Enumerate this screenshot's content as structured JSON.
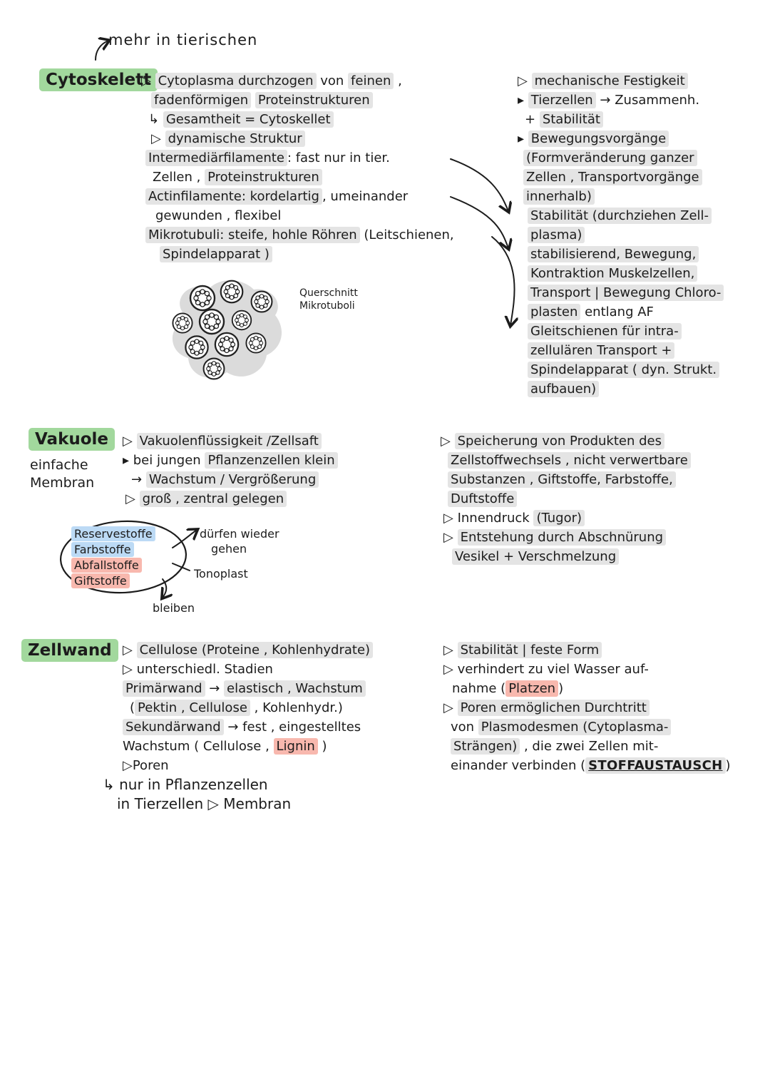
{
  "page": {
    "top_note": "mehr in tierischen",
    "colors": {
      "ink": "#1c1c1c",
      "highlight_green": "#a2d89d",
      "highlight_gray": "#e4e4e4",
      "highlight_pink": "#f8b8ae",
      "highlight_blue": "#bcdaf5"
    }
  },
  "cytoskelett": {
    "title": "Cytoskelett",
    "left_lines": [
      {
        "seg": [
          [
            "▷ ",
            ""
          ],
          [
            "Cytoplasma durchzogen",
            "gray"
          ],
          [
            "  von  ",
            ""
          ],
          [
            "feinen",
            "gray"
          ],
          [
            " ,",
            ""
          ]
        ]
      },
      {
        "ind": 14,
        "seg": [
          [
            "fadenförmigen",
            "gray"
          ],
          [
            " ",
            ""
          ],
          [
            "Proteinstrukturen",
            "gray"
          ]
        ]
      },
      {
        "ind": 10,
        "seg": [
          [
            "↳ ",
            ""
          ],
          [
            "Gesamtheit = Cytoskellet",
            "gray"
          ]
        ]
      },
      {
        "ind": 14,
        "seg": [
          [
            "▷ ",
            ""
          ],
          [
            "dynamische Struktur",
            "gray"
          ]
        ]
      },
      {
        "ind": 6,
        "seg": [
          [
            "Intermediärfilamente",
            "gray"
          ],
          [
            ": fast nur in tier.",
            ""
          ]
        ]
      },
      {
        "ind": 16,
        "seg": [
          [
            "Zellen , ",
            ""
          ],
          [
            "Proteinstrukturen",
            "gray"
          ]
        ]
      },
      {
        "ind": 6,
        "seg": [
          [
            "Actinfilamente: kordelartig",
            "gray"
          ],
          [
            ", umeinander",
            ""
          ]
        ]
      },
      {
        "ind": 20,
        "seg": [
          [
            "gewunden , flexibel",
            ""
          ]
        ]
      },
      {
        "ind": 6,
        "seg": [
          [
            "Mikrotubuli: steife, hohle Röhren",
            "gray"
          ],
          [
            " (Leitschienen,",
            ""
          ]
        ]
      },
      {
        "ind": 26,
        "seg": [
          [
            "Spindelapparat )",
            "gray"
          ]
        ]
      }
    ],
    "right_lines": [
      {
        "seg": [
          [
            "▷ ",
            ""
          ],
          [
            "mechanische Festigkeit",
            "gray"
          ]
        ]
      },
      {
        "seg": [
          [
            "▸ ",
            ""
          ],
          [
            "Tierzellen",
            "gray"
          ],
          [
            " → Zusammenh.",
            ""
          ]
        ]
      },
      {
        "ind": 10,
        "seg": [
          [
            "+ ",
            ""
          ],
          [
            "Stabilität",
            "gray"
          ]
        ]
      },
      {
        "seg": [
          [
            "▸ ",
            ""
          ],
          [
            "Bewegungsvorgänge",
            "gray"
          ]
        ]
      },
      {
        "ind": 8,
        "seg": [
          [
            "(Formveränderung ganzer",
            "gray"
          ]
        ]
      },
      {
        "ind": 8,
        "seg": [
          [
            "Zellen , Transportvorgänge",
            "gray"
          ]
        ]
      },
      {
        "ind": 8,
        "seg": [
          [
            "innerhalb)",
            "gray"
          ]
        ]
      },
      {
        "ind": 14,
        "seg": [
          [
            "Stabilität (durchziehen Zell-",
            "gray"
          ]
        ]
      },
      {
        "ind": 14,
        "seg": [
          [
            "plasma)",
            "gray"
          ]
        ]
      },
      {
        "ind": 14,
        "seg": [
          [
            "stabilisierend, Bewegung,",
            "gray"
          ]
        ]
      },
      {
        "ind": 14,
        "seg": [
          [
            "Kontraktion Muskelzellen,",
            "gray"
          ]
        ]
      },
      {
        "ind": 14,
        "seg": [
          [
            "Transport | Bewegung Chloro-",
            "gray"
          ]
        ]
      },
      {
        "ind": 14,
        "seg": [
          [
            "plasten",
            "gray"
          ],
          [
            " entlang AF",
            ""
          ]
        ]
      },
      {
        "ind": 14,
        "seg": [
          [
            "Gleitschienen für intra-",
            "gray"
          ]
        ]
      },
      {
        "ind": 14,
        "seg": [
          [
            "zellulären Transport +",
            "gray"
          ]
        ]
      },
      {
        "ind": 14,
        "seg": [
          [
            "Spindelapparat ( dyn. Strukt.",
            "gray"
          ]
        ]
      },
      {
        "ind": 14,
        "seg": [
          [
            "aufbauen)",
            "gray"
          ]
        ]
      }
    ],
    "drawing_caption_line1": "Querschnitt",
    "drawing_caption_line2": "Mikrotuboli"
  },
  "vakuole": {
    "title": "Vakuole",
    "subtitle_line1": "einfache",
    "subtitle_line2": "Membran",
    "left_lines": [
      {
        "seg": [
          [
            "▷ ",
            ""
          ],
          [
            "Vakuolenflüssigkeit /Zellsaft",
            "gray"
          ]
        ]
      },
      {
        "seg": [
          [
            "▸ bei jungen ",
            ""
          ],
          [
            "Pflanzenzellen klein",
            "gray"
          ]
        ]
      },
      {
        "ind": 12,
        "seg": [
          [
            "→ ",
            ""
          ],
          [
            "Wachstum / Vergrößerung",
            "gray"
          ]
        ]
      },
      {
        "ind": 4,
        "seg": [
          [
            "▷ ",
            ""
          ],
          [
            "groß , zentral gelegen",
            "gray"
          ]
        ]
      }
    ],
    "right_lines": [
      {
        "seg": [
          [
            "▷ ",
            ""
          ],
          [
            "Speicherung von Produkten des",
            "gray"
          ]
        ]
      },
      {
        "ind": 10,
        "seg": [
          [
            "Zellstoffwechsels , nicht verwertbare",
            "gray"
          ]
        ]
      },
      {
        "ind": 10,
        "seg": [
          [
            "Substanzen , Giftstoffe, Farbstoffe,",
            "gray"
          ]
        ]
      },
      {
        "ind": 10,
        "seg": [
          [
            "Duftstoffe",
            "gray"
          ]
        ]
      },
      {
        "ind": 4,
        "seg": [
          [
            "▷ Innendruck ",
            ""
          ],
          [
            "(Tugor)",
            "gray"
          ]
        ]
      },
      {
        "ind": 4,
        "seg": [
          [
            "▷ ",
            ""
          ],
          [
            "Entstehung durch Abschnürung",
            "gray"
          ]
        ]
      },
      {
        "ind": 16,
        "seg": [
          [
            "Vesikel + Verschmelzung",
            "gray"
          ]
        ]
      }
    ],
    "diagram": {
      "labels": [
        {
          "t": "Reservestoffe",
          "h": "blue"
        },
        {
          "t": "Farbstoffe",
          "h": "blue"
        },
        {
          "t": "Abfallstoffe",
          "h": "pink"
        },
        {
          "t": "Giftstoffe",
          "h": "pink"
        }
      ],
      "note_right_line1": "dürfen wieder",
      "note_right_line2": "gehen",
      "tonoplast": "Tonoplast",
      "bottom_note": "bleiben"
    }
  },
  "zellwand": {
    "title": "Zellwand",
    "left_lines": [
      {
        "seg": [
          [
            "▷ ",
            ""
          ],
          [
            "Cellulose (Proteine , Kohlenhydrate)",
            "gray"
          ]
        ]
      },
      {
        "seg": [
          [
            "▷ unterschiedl. Stadien",
            ""
          ]
        ]
      },
      {
        "seg": [
          [
            "Primärwand",
            "gray"
          ],
          [
            " → ",
            ""
          ],
          [
            "elastisch , Wachstum",
            "gray"
          ]
        ]
      },
      {
        "ind": 10,
        "seg": [
          [
            "(",
            ""
          ],
          [
            "Pektin , Cellulose",
            "gray"
          ],
          [
            " , Kohlenhydr.)",
            ""
          ]
        ]
      },
      {
        "seg": [
          [
            "Sekundärwand",
            "gray"
          ],
          [
            " → fest , eingestelltes",
            ""
          ]
        ]
      },
      {
        "seg": [
          [
            "Wachstum ( Cellulose , ",
            ""
          ],
          [
            "Lignin",
            "pink"
          ],
          [
            " )",
            ""
          ]
        ]
      },
      {
        "seg": [
          [
            "▷Poren",
            ""
          ]
        ]
      },
      {
        "ind": -28,
        "fs": 20,
        "seg": [
          [
            "↳ nur in Pflanzenzellen",
            ""
          ]
        ]
      },
      {
        "ind": -8,
        "fs": 20,
        "seg": [
          [
            "in Tierzellen ▷ Membran",
            ""
          ]
        ]
      }
    ],
    "right_lines": [
      {
        "seg": [
          [
            "▷ ",
            ""
          ],
          [
            "Stabilität | feste Form",
            "gray"
          ]
        ]
      },
      {
        "seg": [
          [
            "▷ verhindert zu viel Wasser auf-",
            ""
          ]
        ]
      },
      {
        "ind": 12,
        "seg": [
          [
            "nahme (",
            ""
          ],
          [
            "Platzen",
            "pink"
          ],
          [
            ")",
            ""
          ]
        ]
      },
      {
        "seg": [
          [
            "▷ ",
            ""
          ],
          [
            "Poren ermöglichen Durchtritt",
            "gray"
          ]
        ]
      },
      {
        "ind": 10,
        "seg": [
          [
            "von ",
            ""
          ],
          [
            "Plasmodesmen (Cytoplasma-",
            "gray"
          ]
        ]
      },
      {
        "ind": 10,
        "seg": [
          [
            "Strängen)",
            "gray"
          ],
          [
            " , die zwei Zellen mit-",
            ""
          ]
        ]
      },
      {
        "ind": 10,
        "seg": [
          [
            "einander verbinden (",
            ""
          ],
          [
            "STOFFAUSTAUSCH",
            "underline"
          ],
          [
            ")",
            ""
          ]
        ]
      }
    ]
  }
}
